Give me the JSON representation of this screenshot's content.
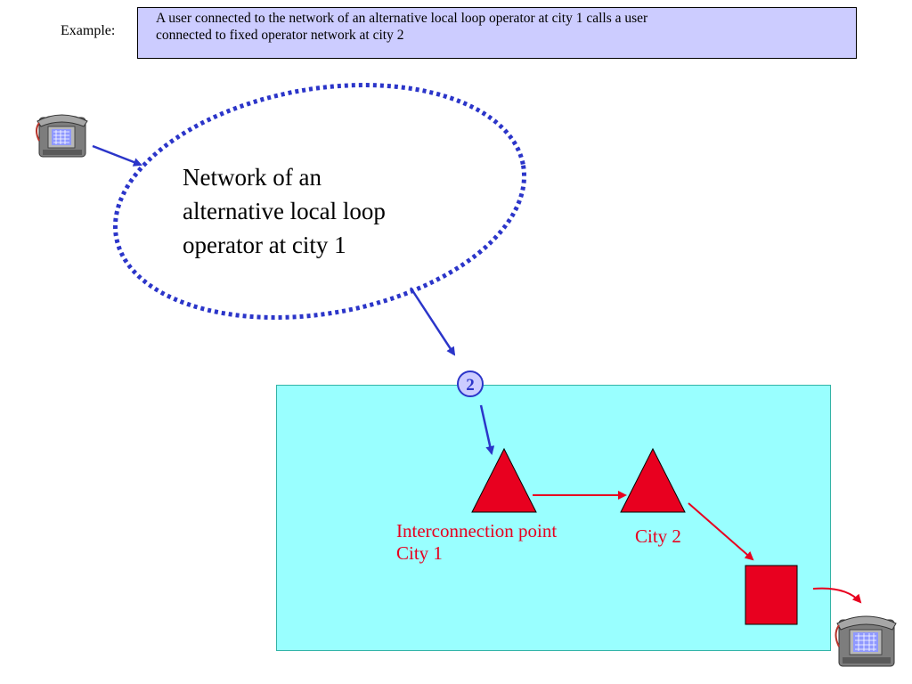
{
  "header": {
    "example_label": "Example:",
    "description_line1": "A user connected to the network of an alternative local loop operator  at city 1 calls a user",
    "description_line2": "connected to  fixed operator  network at city 2"
  },
  "network": {
    "label_line1": "Network of an",
    "label_line2": "alternative local loop",
    "label_line3": "operator at city 1"
  },
  "step_badge": "2",
  "nodes": {
    "interconnection_line1": "Interconnection point",
    "interconnection_line2": "City 1",
    "city2": "City 2"
  },
  "colors": {
    "accent_red": "#e8001f",
    "arrow_blue": "#2b35c9",
    "region_fill": "#99ffff",
    "header_fill": "#ccccff"
  },
  "icons": [
    "telephone-icon",
    "telephone-icon"
  ]
}
